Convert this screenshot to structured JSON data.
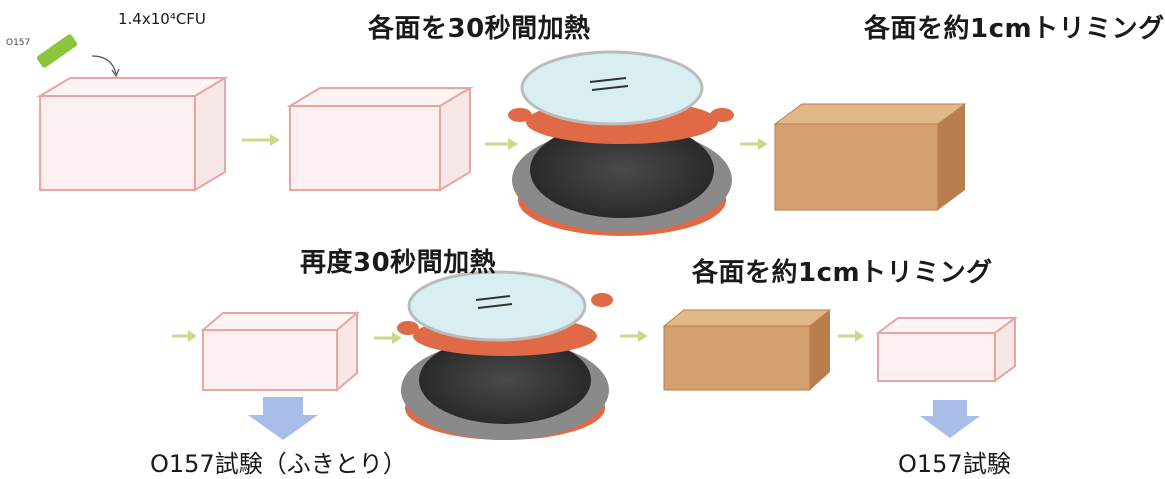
{
  "labels": {
    "o157_small": "O157",
    "cfu": "1.4x10⁴CFU",
    "step_heat_each_face_30s": "各面を30秒間加熱",
    "step_trim_1cm_top": "各面を約1cmトリミング",
    "step_reheat_30s": "再度30秒間加熱",
    "step_trim_1cm_bottom": "各面を約1cmトリミング",
    "test_swab": "O157試験（ふきとり）",
    "test_final": "O157試験"
  },
  "colors": {
    "raw_block_face": "#fbefef",
    "raw_block_edge": "#e9a4a4",
    "cooked_block_front": "#d4a070",
    "cooked_block_top": "#e3b888",
    "cooked_block_side": "#b97e4d",
    "small_arrow": "#c9d98b",
    "down_arrow": "#a8bde8",
    "pan_red": "#e06a45",
    "pan_gray": "#8a8a8a",
    "pan_dark": "#3a3a3a",
    "lid_glass": "#d8eef0",
    "sample_stick": "#8cc63f"
  }
}
